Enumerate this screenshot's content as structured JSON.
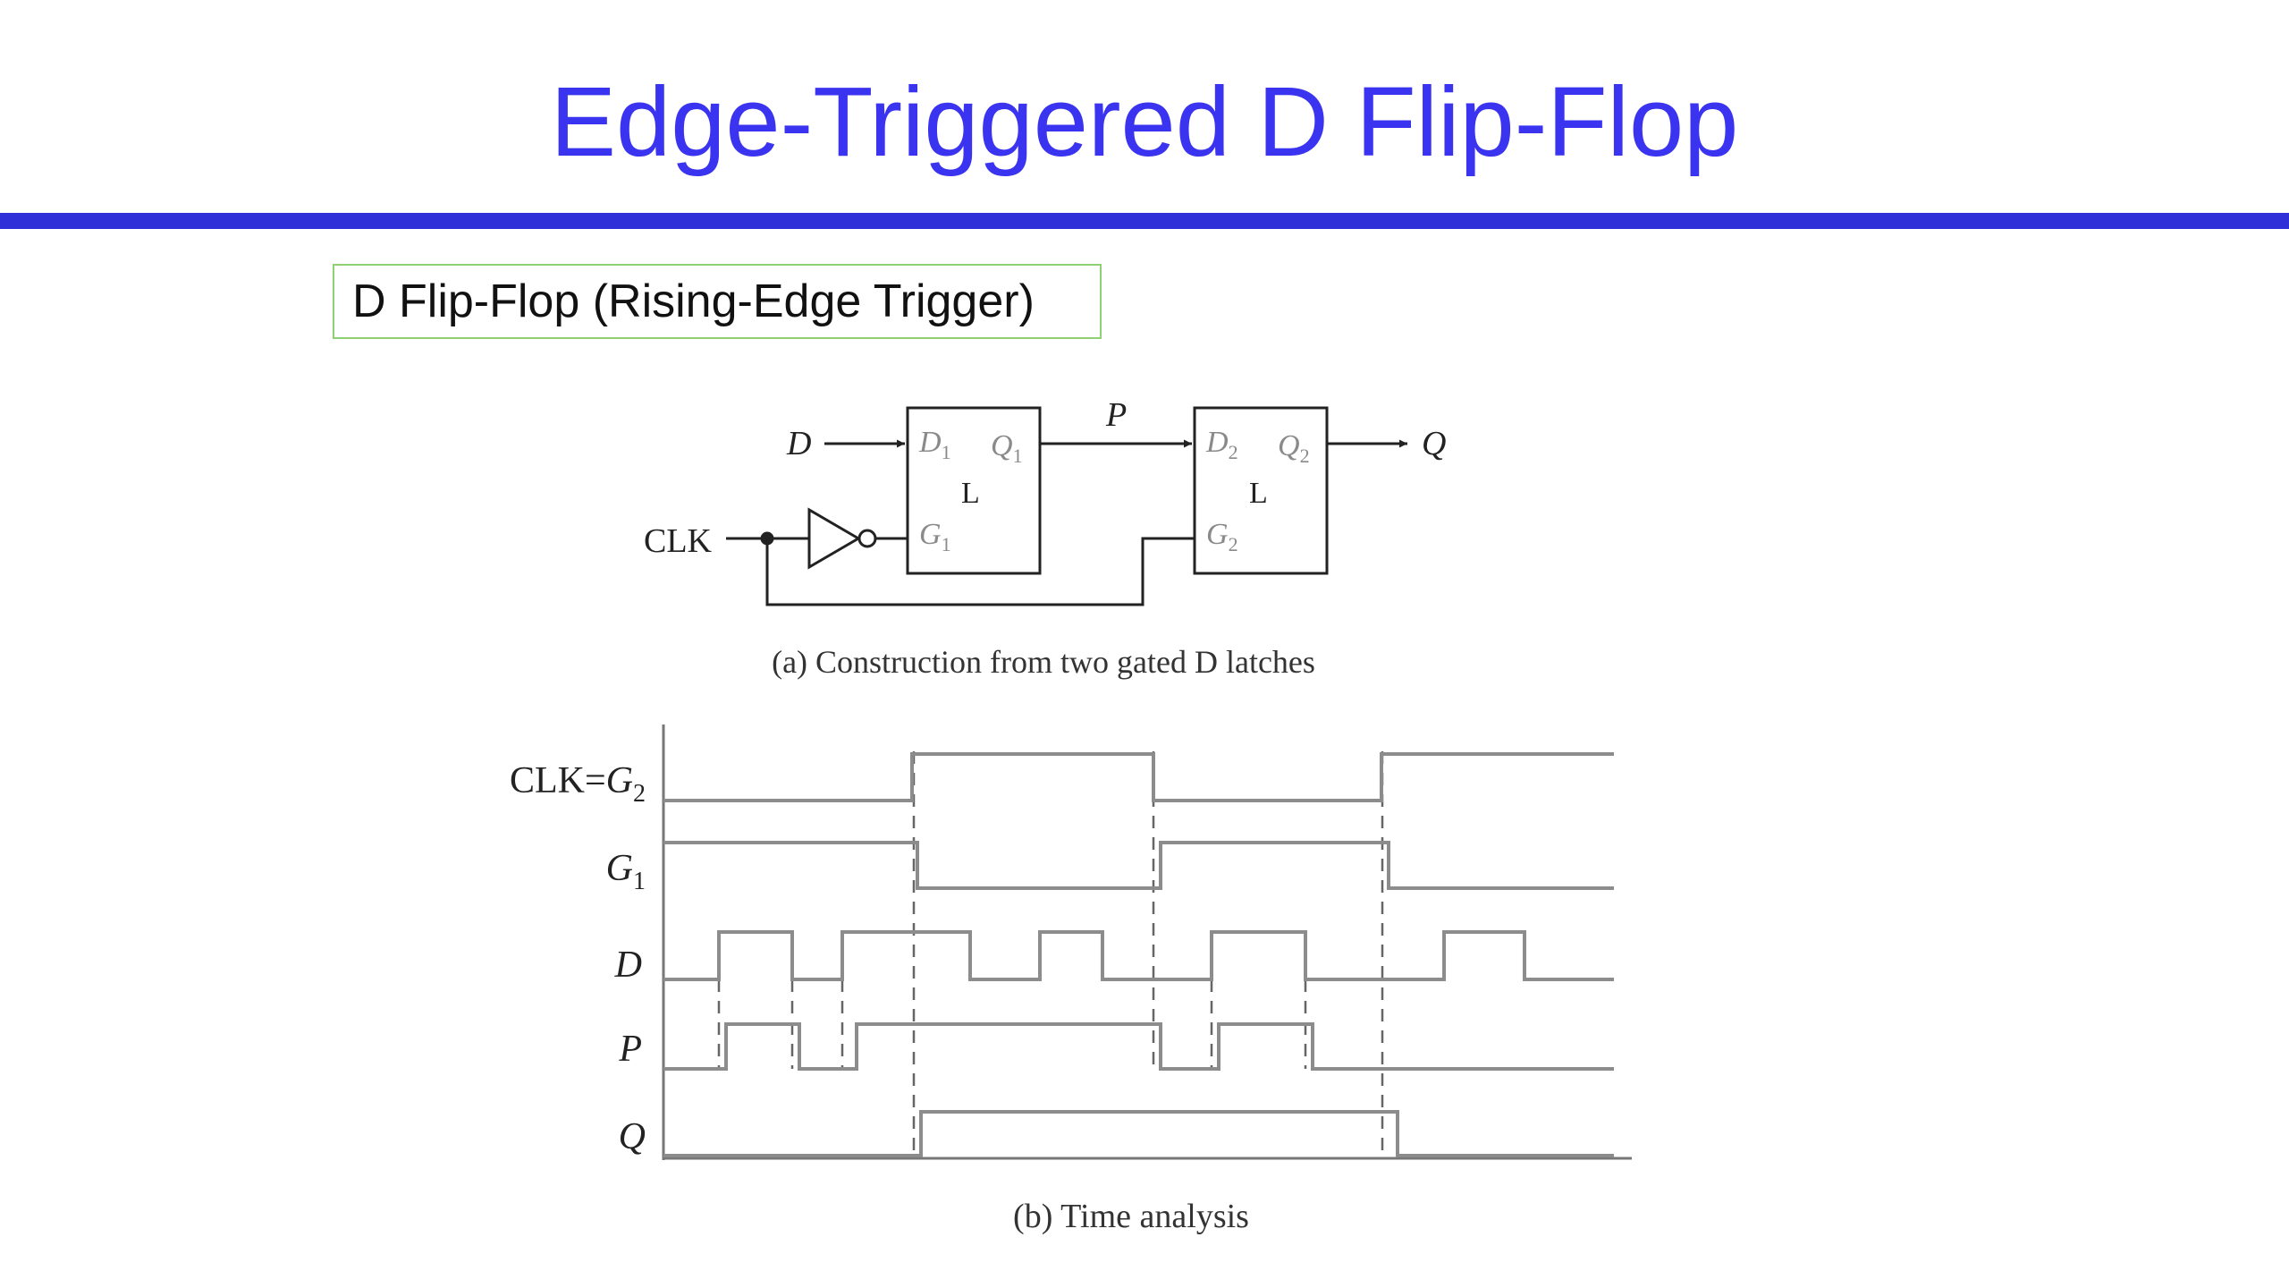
{
  "slide": {
    "title": "Edge-Triggered D Flip-Flop",
    "subtitle": "D Flip-Flop (Rising-Edge Trigger)"
  },
  "circuit": {
    "input_d": "D",
    "input_clk": "CLK",
    "output_q": "Q",
    "internal_node": "P",
    "latch1": {
      "d_pin": "D",
      "d_sub": "1",
      "q_pin": "Q",
      "q_sub": "1",
      "g_pin": "G",
      "g_sub": "1",
      "name": "L"
    },
    "latch2": {
      "d_pin": "D",
      "d_sub": "2",
      "q_pin": "Q",
      "q_sub": "2",
      "g_pin": "G",
      "g_sub": "2",
      "name": "L"
    },
    "caption": "(a) Construction from two gated D latches"
  },
  "timing": {
    "caption": "(b) Time analysis",
    "signals": [
      {
        "label": "CLK=",
        "italic_part": "G",
        "sub": "2"
      },
      {
        "label": "",
        "italic_part": "G",
        "sub": "1"
      },
      {
        "label": "",
        "italic_part": "D",
        "sub": ""
      },
      {
        "label": "",
        "italic_part": "P",
        "sub": ""
      },
      {
        "label": "",
        "italic_part": "Q",
        "sub": ""
      }
    ]
  },
  "colors": {
    "title": "#3a33f0",
    "rule": "#3030d8",
    "subtitle_border": "#8fd072",
    "waveform": "#8c8c8c",
    "circuit": "#222222"
  }
}
